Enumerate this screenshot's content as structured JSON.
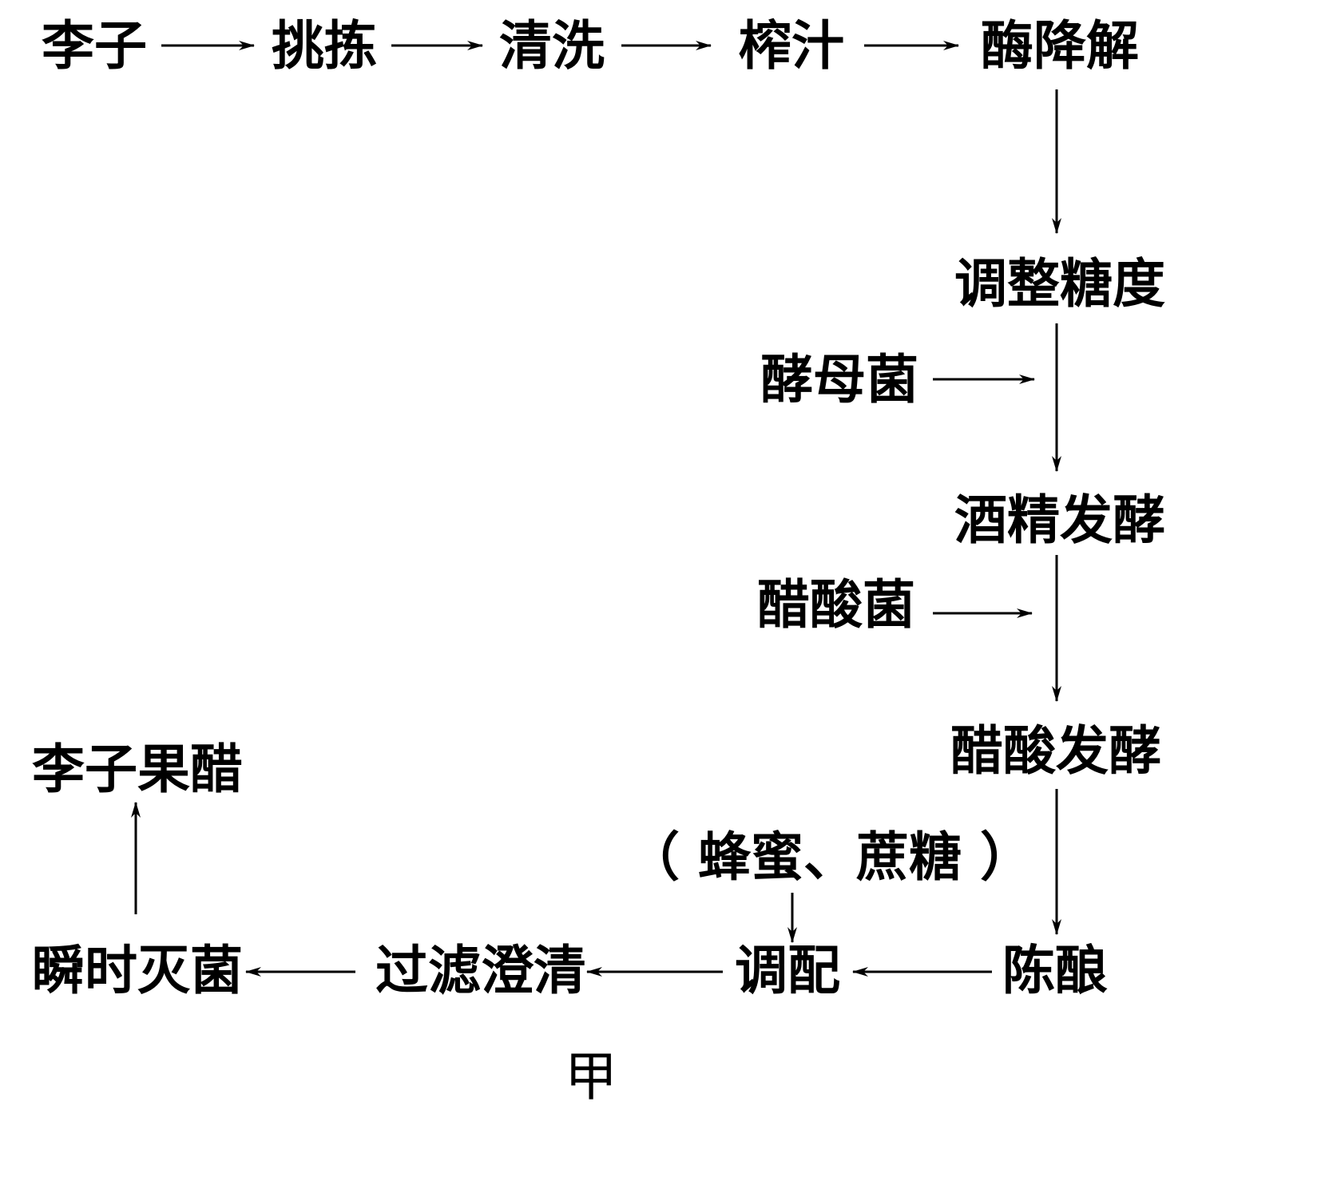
{
  "diagram": {
    "nodes": {
      "plum": "李子",
      "sort": "挑拣",
      "wash": "清洗",
      "juice": "榨汁",
      "enzyme": "酶降解",
      "sugar_adjust": "调整糖度",
      "yeast": "酵母菌",
      "alcohol_ferment": "酒精发酵",
      "acetobacter": "醋酸菌",
      "acetic_ferment": "醋酸发酵",
      "additives": "（ 蜂蜜、蔗糖 ）",
      "aging": "陈酿",
      "blend": "调配",
      "filter": "过滤澄清",
      "sterilize": "瞬时灭菌",
      "product": "李子果醋"
    },
    "caption": "甲",
    "edges": [
      [
        "plum",
        "sort"
      ],
      [
        "sort",
        "wash"
      ],
      [
        "wash",
        "juice"
      ],
      [
        "juice",
        "enzyme"
      ],
      [
        "enzyme",
        "sugar_adjust"
      ],
      [
        "sugar_adjust",
        "alcohol_ferment"
      ],
      [
        "yeast",
        "alcohol_ferment"
      ],
      [
        "alcohol_ferment",
        "acetic_ferment"
      ],
      [
        "acetobacter",
        "acetic_ferment"
      ],
      [
        "acetic_ferment",
        "aging"
      ],
      [
        "aging",
        "blend"
      ],
      [
        "additives",
        "blend"
      ],
      [
        "blend",
        "filter"
      ],
      [
        "filter",
        "sterilize"
      ],
      [
        "sterilize",
        "product"
      ]
    ]
  }
}
